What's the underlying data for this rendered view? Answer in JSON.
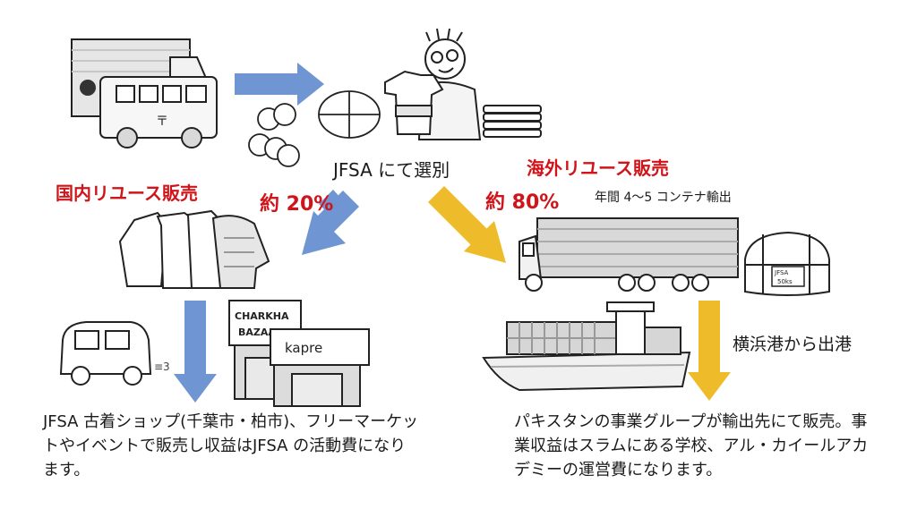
{
  "hub_label": "JFSA にて選別",
  "domestic": {
    "title": "国内リユース販売",
    "percent": "約 20%",
    "description": "JFSA 古着ショップ(千葉市・柏市)、フリーマーケットやイベントで販売し収益はJFSA の活動費になります。"
  },
  "overseas": {
    "title": "海外リユース販売",
    "percent": "約 80%",
    "containers_note": "年間 4〜5 コンテナ輸出",
    "port_note": "横浜港から出港",
    "description": "パキスタンの事業グループが輸出先にて販売。事業収益はスラムにある学校、アル・カイールアカデミーの運営費になります。"
  },
  "shop_signs": [
    "CHARKHA BAZAAR",
    "kapre"
  ],
  "bale_label": "JFSA 50ks",
  "colors": {
    "blue_arrow": "#6f96d2",
    "yellow_arrow": "#eebc2a",
    "heading_red": "#d0141a"
  }
}
